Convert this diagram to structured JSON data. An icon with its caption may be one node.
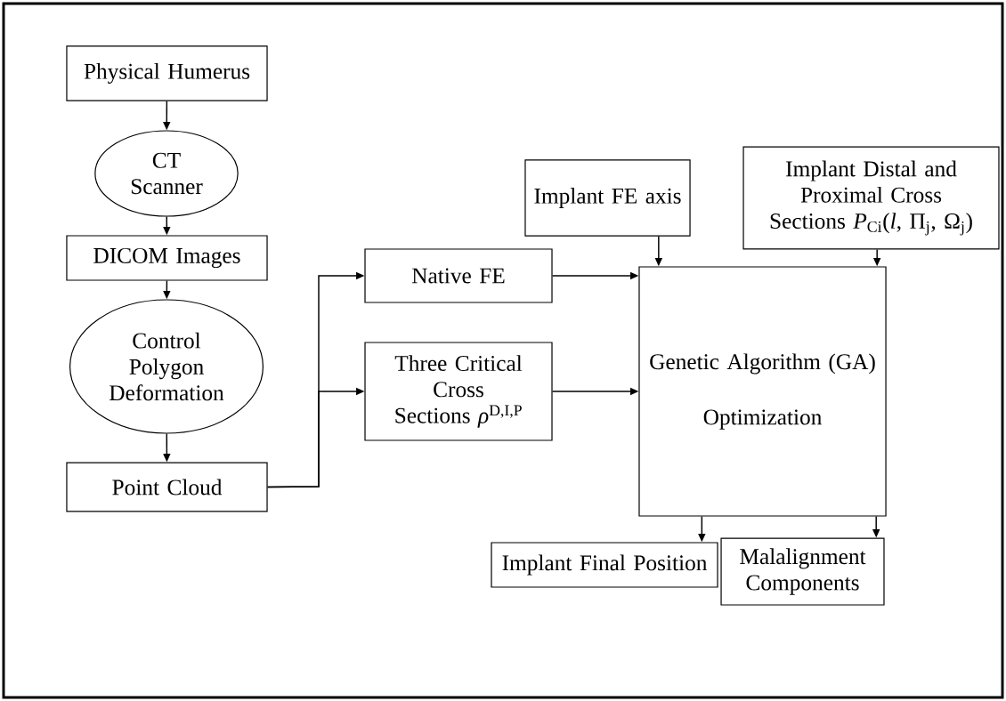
{
  "diagram": {
    "nodes": [
      {
        "text": [
          "Physical Humerus"
        ]
      },
      {
        "text": [
          "CT Scanner"
        ]
      },
      {
        "text": [
          "DICOM Images"
        ]
      },
      {
        "text": [
          "Control Polygon Deformation"
        ]
      },
      {
        "text": [
          "Point Cloud"
        ]
      },
      {
        "text": [
          "Native FE"
        ]
      },
      {
        "text": [
          "Three Critical Cross Sections *ρ*$^{D,I,P}$"
        ]
      },
      {
        "text": [
          "Implant FE axis"
        ]
      },
      {
        "text": [
          "Implant Distal and Proximal Cross Sections *P*$_{Ci}$(*l*, Π$_{j}$, Ω$_{j}$)"
        ]
      },
      {
        "text": [
          "Genetic Algorithm (GA)",
          "Optimization"
        ]
      },
      {
        "text": [
          "Implant Final Position"
        ]
      },
      {
        "text": [
          "Malalignment Components"
        ]
      }
    ],
    "edges": [
      {
        "from": 0,
        "to": 1,
        "arrow": "to"
      },
      {
        "from": 1,
        "to": 2,
        "arrow": "to"
      },
      {
        "from": 2,
        "to": 3,
        "arrow": "to"
      },
      {
        "from": 3,
        "to": 4,
        "arrow": "to"
      },
      {
        "from": 4,
        "to": 5,
        "arrow": "to"
      },
      {
        "from": 4,
        "to": 6,
        "arrow": "to"
      },
      {
        "from": 5,
        "to": 9,
        "arrow": "to"
      },
      {
        "from": 6,
        "to": 9,
        "arrow": "to"
      },
      {
        "from": 7,
        "to": 9,
        "arrow": "to"
      },
      {
        "from": 8,
        "to": 9,
        "arrow": "to"
      },
      {
        "from": 9,
        "to": 10,
        "arrow": "to"
      },
      {
        "from": 9,
        "to": 11,
        "arrow": "to"
      }
    ]
  }
}
